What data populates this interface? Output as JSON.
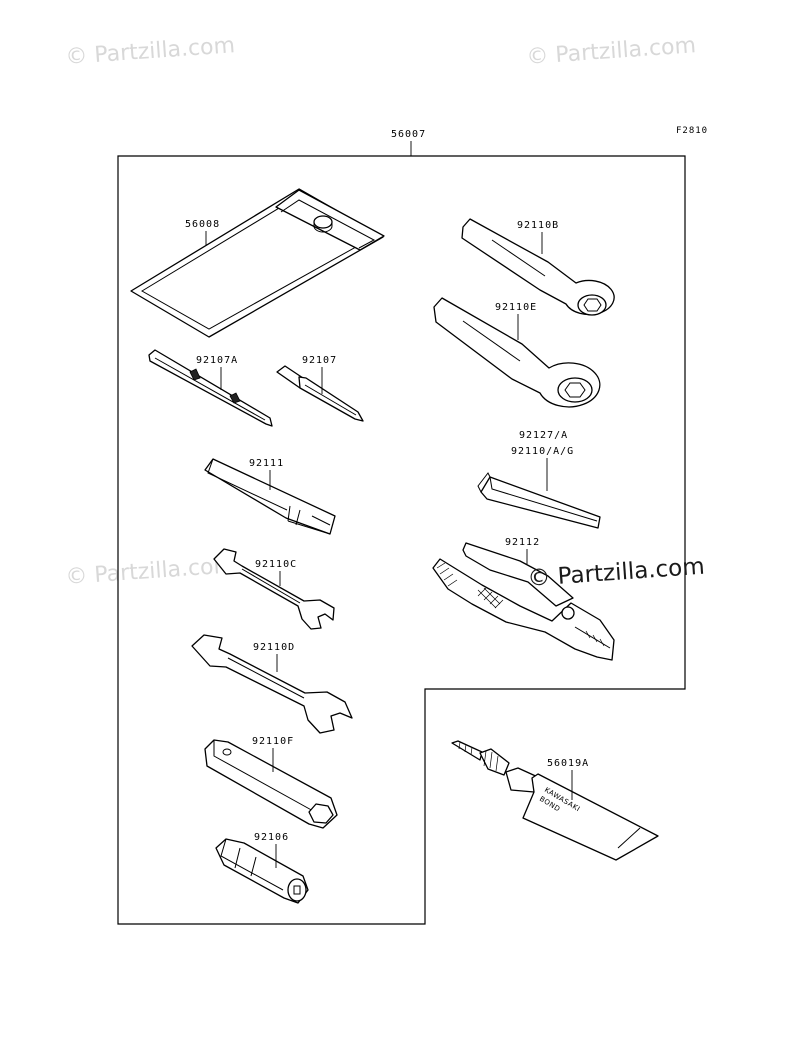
{
  "watermarks": {
    "top_left": "© Partzilla.com",
    "top_right": "© Partzilla.com",
    "mid_left": "© Partzilla.com",
    "center_main": "© Partzilla.com"
  },
  "figure_code": "F2810",
  "assembly_number": "56007",
  "parts": {
    "p56008": "56008",
    "p92110B": "92110B",
    "p92110E": "92110E",
    "p92107A": "92107A",
    "p92107": "92107",
    "p92127A": "92127/A",
    "p92110AG": "92110/A/G",
    "p92111": "92111",
    "p92112": "92112",
    "p92110C": "92110C",
    "p92110D": "92110D",
    "p92110F": "92110F",
    "p56019A": "56019A",
    "p92106": "92106"
  },
  "tube_text": {
    "line1": "KAWASAKI",
    "line2": "BOND"
  }
}
